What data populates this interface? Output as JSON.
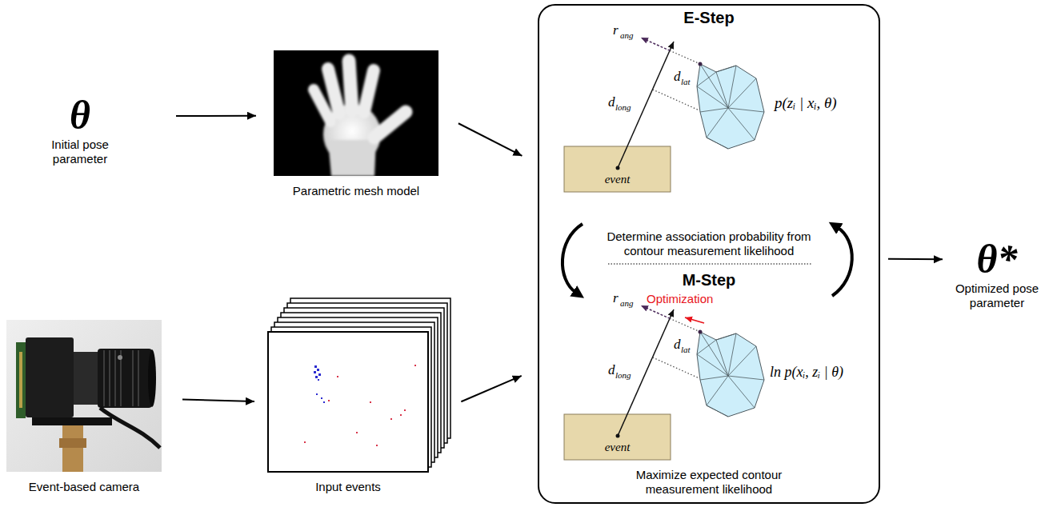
{
  "diagram": {
    "nodes": [
      {
        "text": [
          "θ",
          "Initial pose parameter"
        ]
      },
      {
        "text": [
          "Parametric mesh model"
        ]
      },
      {
        "text": [
          "Event-based camera"
        ]
      },
      {
        "text": [
          "Input events"
        ]
      },
      {
        "text": [
          "E-Step",
          "Determine association probability from contour measurement likelihood",
          "M-Step",
          "Maximize expected contour measurement likelihood"
        ]
      },
      {
        "text": [
          "event"
        ],
        "in": 4
      },
      {
        "text": [
          "event"
        ],
        "in": 4
      },
      {
        "text": [
          "θ*",
          "Optimized pose parameter"
        ]
      }
    ],
    "edges": [
      {
        "from": 0,
        "to": 1,
        "arrow": "to"
      },
      {
        "from": 2,
        "to": 3,
        "arrow": "to"
      },
      {
        "from": 1,
        "to": 4,
        "arrow": "to"
      },
      {
        "from": 3,
        "to": 4,
        "arrow": "to"
      },
      {
        "from": 4,
        "to": 7,
        "arrow": "to"
      }
    ],
    "labels": [
      "r",
      "ang",
      "d",
      "lat",
      "d",
      "long",
      "p(zᵢ | xᵢ, θ)",
      "Optimization",
      "r",
      "ang",
      "d",
      "lat",
      "d",
      "long",
      "ln p(xᵢ, zᵢ | θ)"
    ]
  }
}
